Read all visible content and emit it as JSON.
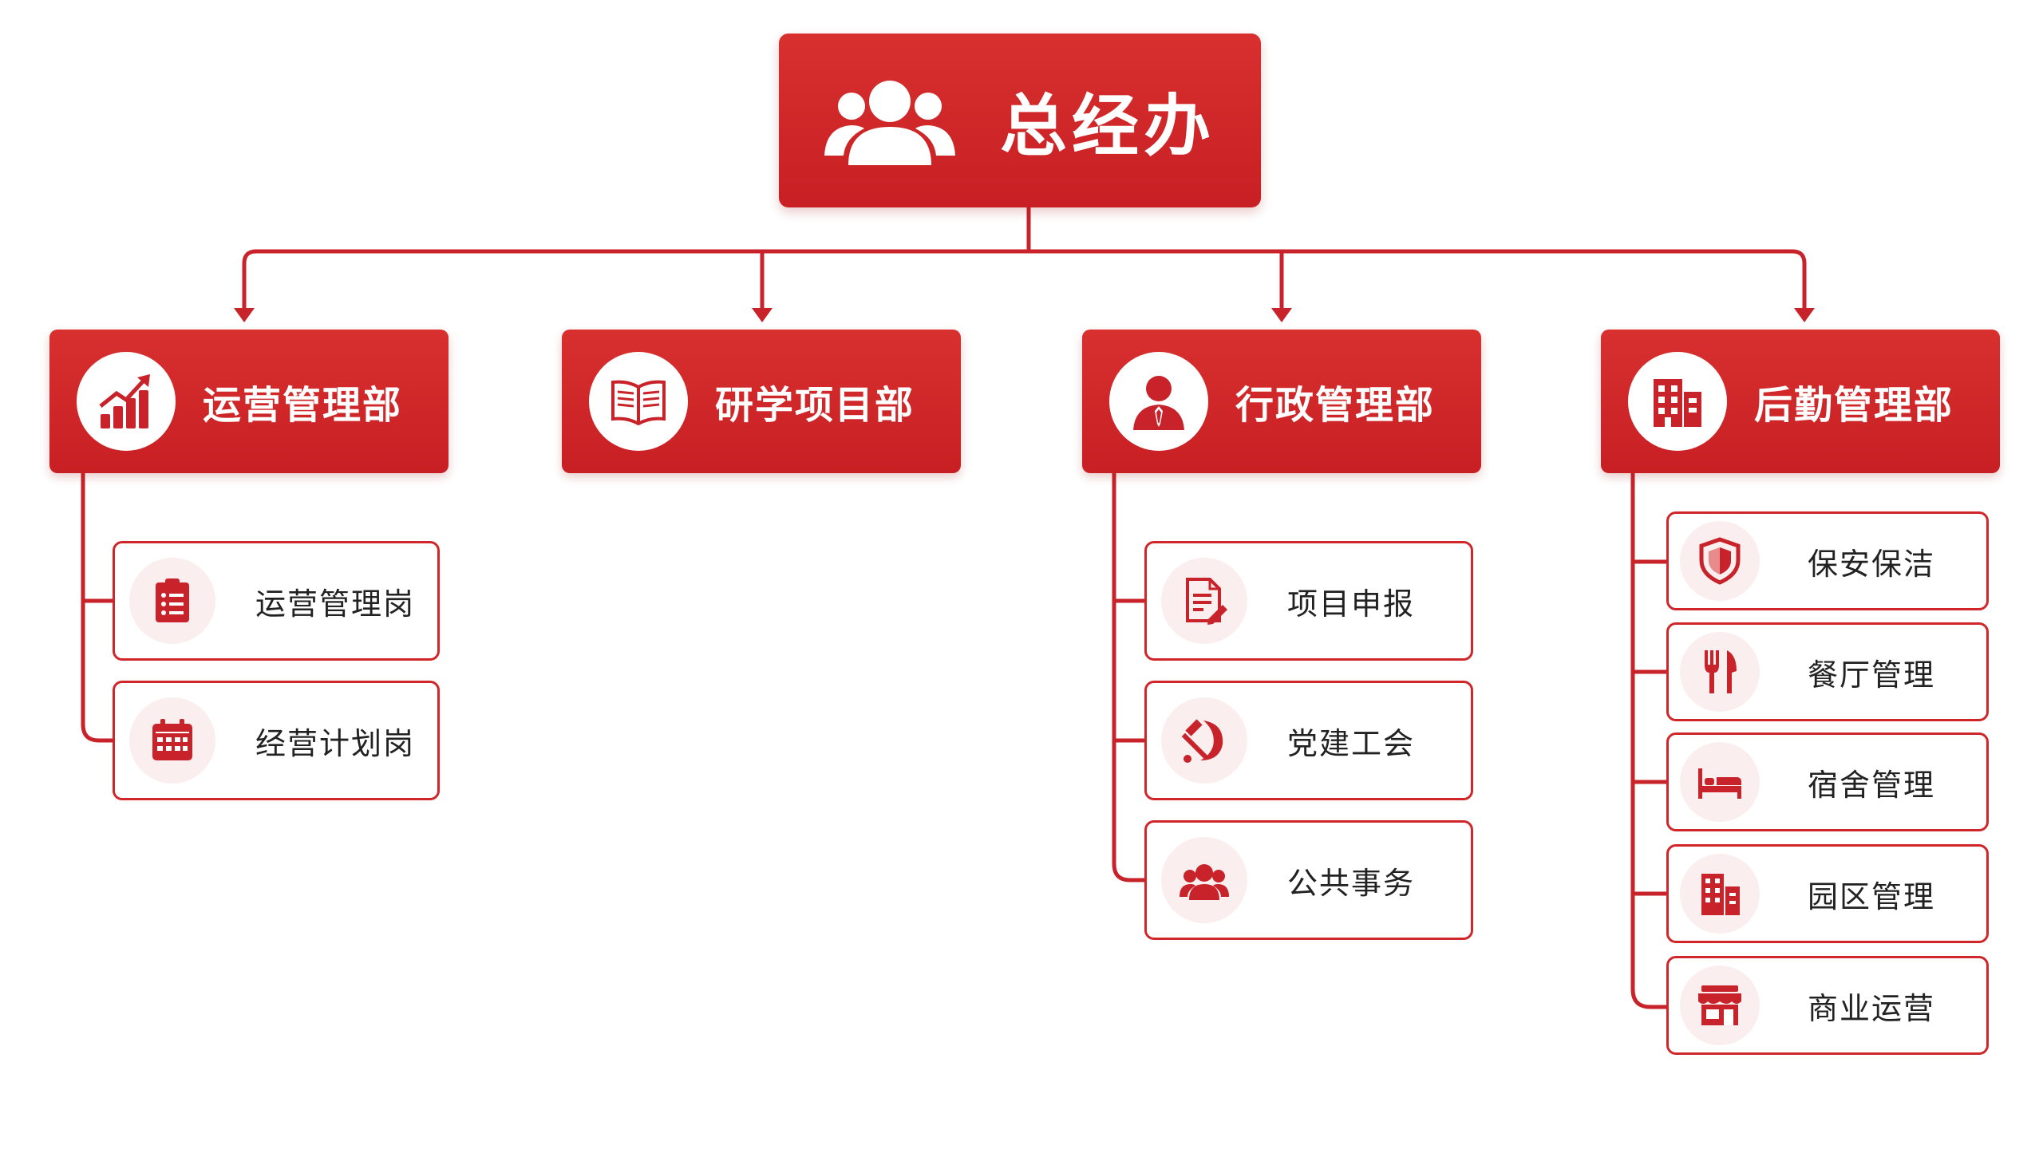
{
  "colors": {
    "primary": "#c8232a",
    "icon_bg": "#fbeeee",
    "line": "#c8232a"
  },
  "top": {
    "label": "总经办",
    "icon": "people-icon"
  },
  "departments": [
    {
      "label": "运营管理部",
      "icon": "growth-chart-icon",
      "children": [
        {
          "label": "运营管理岗",
          "icon": "clipboard-list-icon"
        },
        {
          "label": "经营计划岗",
          "icon": "calendar-icon"
        }
      ]
    },
    {
      "label": "研学项目部",
      "icon": "open-book-icon",
      "children": []
    },
    {
      "label": "行政管理部",
      "icon": "person-tie-icon",
      "children": [
        {
          "label": "项目申报",
          "icon": "document-edit-icon"
        },
        {
          "label": "党建工会",
          "icon": "hammer-sickle-icon"
        },
        {
          "label": "公共事务",
          "icon": "people-group-icon"
        }
      ]
    },
    {
      "label": "后勤管理部",
      "icon": "building-icon",
      "children": [
        {
          "label": "保安保洁",
          "icon": "shield-icon"
        },
        {
          "label": "餐厅管理",
          "icon": "fork-knife-icon"
        },
        {
          "label": "宿舍管理",
          "icon": "bed-icon"
        },
        {
          "label": "园区管理",
          "icon": "office-building-icon"
        },
        {
          "label": "商业运营",
          "icon": "storefront-icon"
        }
      ]
    }
  ]
}
